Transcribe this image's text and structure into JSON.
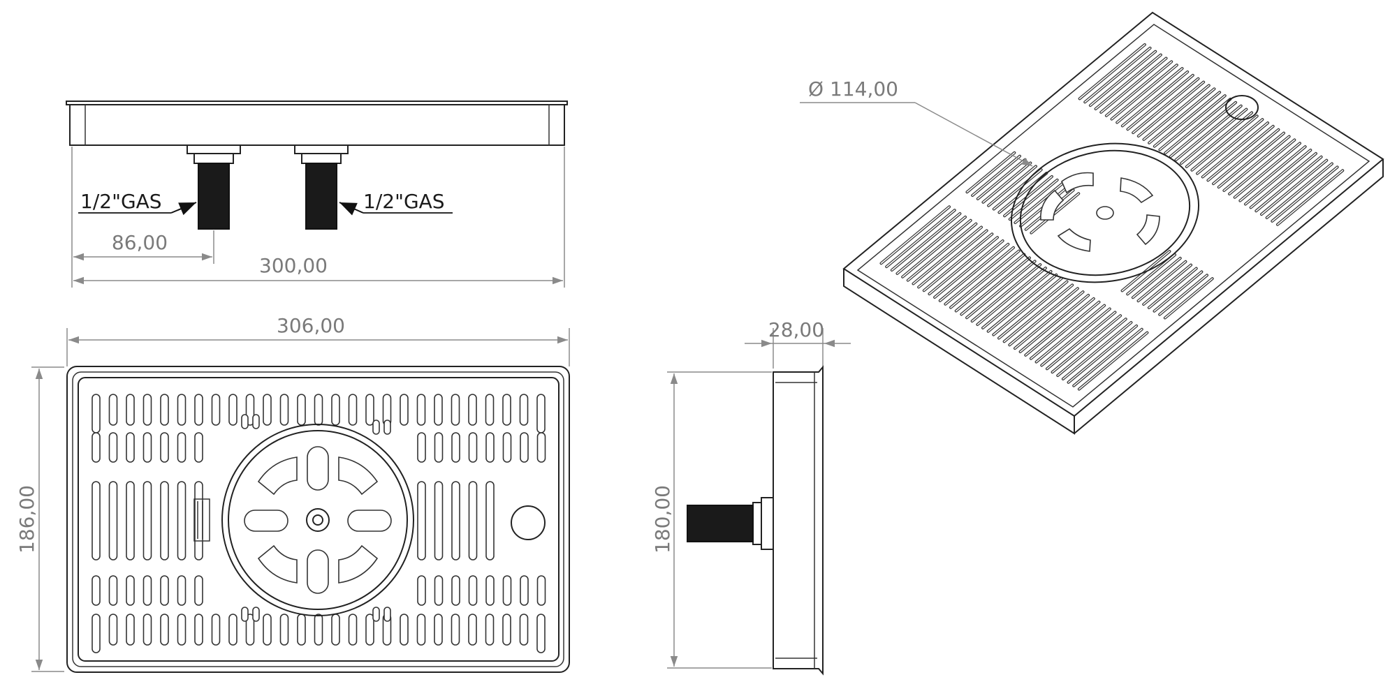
{
  "dimensions": {
    "pitch": "86,00",
    "inner_length": "300,00",
    "outer_length": "306,00",
    "width": "186,00",
    "depth": "180,00",
    "height": "28,00",
    "diameter": "114,00",
    "diameter_symbol": "Ø"
  },
  "labels": {
    "fitting_left": "1/2\"GAS",
    "fitting_right": "1/2\"GAS"
  },
  "colors": {
    "line": "#222222",
    "dimension": "#8a8a8a",
    "thread": "#111111"
  }
}
